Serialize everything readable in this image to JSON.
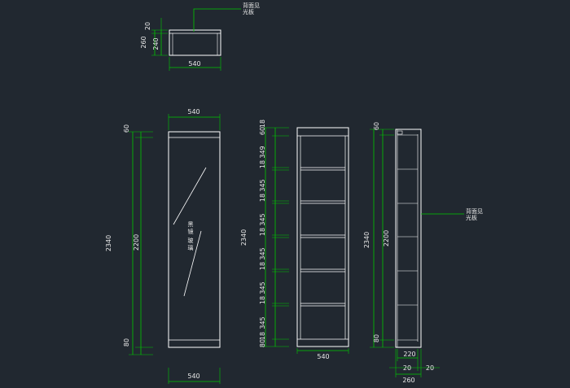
{
  "colors": {
    "background": "#212830",
    "outline": "#ffffff",
    "dimension": "#00c800",
    "text": "#e8e8e8"
  },
  "plan_view": {
    "note_line1": "背面见",
    "note_line2": "光板",
    "dim_top": "20",
    "dim_depth_total": "260",
    "dim_depth_inner": "240",
    "dim_width": "540"
  },
  "door_view": {
    "dim_width_top": "540",
    "dim_width_bottom": "540",
    "dim_height_total": "2340",
    "dim_top": "60",
    "dim_middle": "2200",
    "dim_bottom": "80",
    "label_chars": [
      "黑",
      "镜",
      "玻",
      "璃"
    ]
  },
  "front_view": {
    "dim_height_total": "2340",
    "dim_top_a": "18",
    "dim_top_b": "60",
    "dim_shelf": "18",
    "dim_space": "349",
    "dim_space_std": "345",
    "dim_bottom_a": "80",
    "dim_bottom_b": "18",
    "dim_width": "540"
  },
  "side_view": {
    "dim_height_total": "2340",
    "dim_top": "60",
    "dim_middle": "2200",
    "dim_bottom": "80",
    "note_line1": "背面见",
    "note_line2": "光板",
    "dim_inner": "220",
    "dim_left": "20",
    "dim_right": "20",
    "dim_total": "260"
  }
}
